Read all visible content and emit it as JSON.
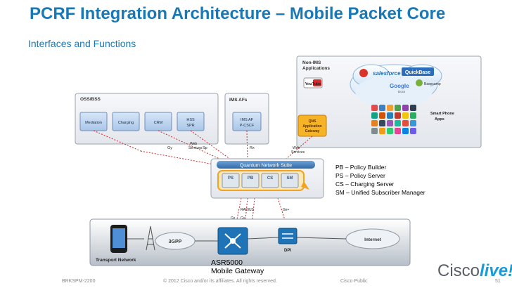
{
  "header": {
    "title": "PCRF Integration Architecture – Mobile Packet Core",
    "subtitle": "Interfaces and Functions"
  },
  "groups": {
    "oss_bss": "OSS/BSS",
    "ims_afs": "IMS AFs",
    "non_ims": [
      "Non-IMS",
      "Applications"
    ],
    "transport": "Transport Network"
  },
  "oss_boxes": [
    "Mediation",
    "Charging",
    "CRM",
    [
      "HSS",
      "SPR"
    ]
  ],
  "ims_box": [
    "IMS AF",
    "P-CSCF"
  ],
  "qns_box": [
    "QNS",
    "Application",
    "Gateway"
  ],
  "apps": {
    "salesforce": "salesforce",
    "quickbase": "QuickBase",
    "youtube": "YouTube",
    "google": [
      "Google",
      "Docs"
    ],
    "basecamp": "Basecamp",
    "smartphone": [
      "Smart Phone",
      "Apps"
    ]
  },
  "suite": {
    "name": "Quantum Network Suite",
    "modules": [
      "PS",
      "PB",
      "CS",
      "SM"
    ]
  },
  "interfaces": {
    "gy": "Gy",
    "sp": "Sp",
    "rx": "Rx",
    "web_services_left": [
      "Web",
      "Services"
    ],
    "web_services_right": [
      "Web",
      "Services"
    ],
    "radius": "RADIUS",
    "gx": "Gx",
    "gx_plus": "Gx+"
  },
  "network": {
    "threegpp": "3GPP",
    "dpi": "DPI",
    "internet": "Internet"
  },
  "legend": [
    "PB – Policy Builder",
    "PS – Policy Server",
    "CS – Charging Server",
    "SM – Unified Subscriber Manager"
  ],
  "asr": [
    "ASR5000",
    "Mobile Gateway"
  ],
  "footer": {
    "left": "BRKSPM-2200",
    "center": "© 2012 Cisco and/or its affiliates. All rights reserved.",
    "right": "Cisco Public",
    "page": "51"
  },
  "brand": {
    "cisco": "Cisco",
    "live": "live!"
  }
}
